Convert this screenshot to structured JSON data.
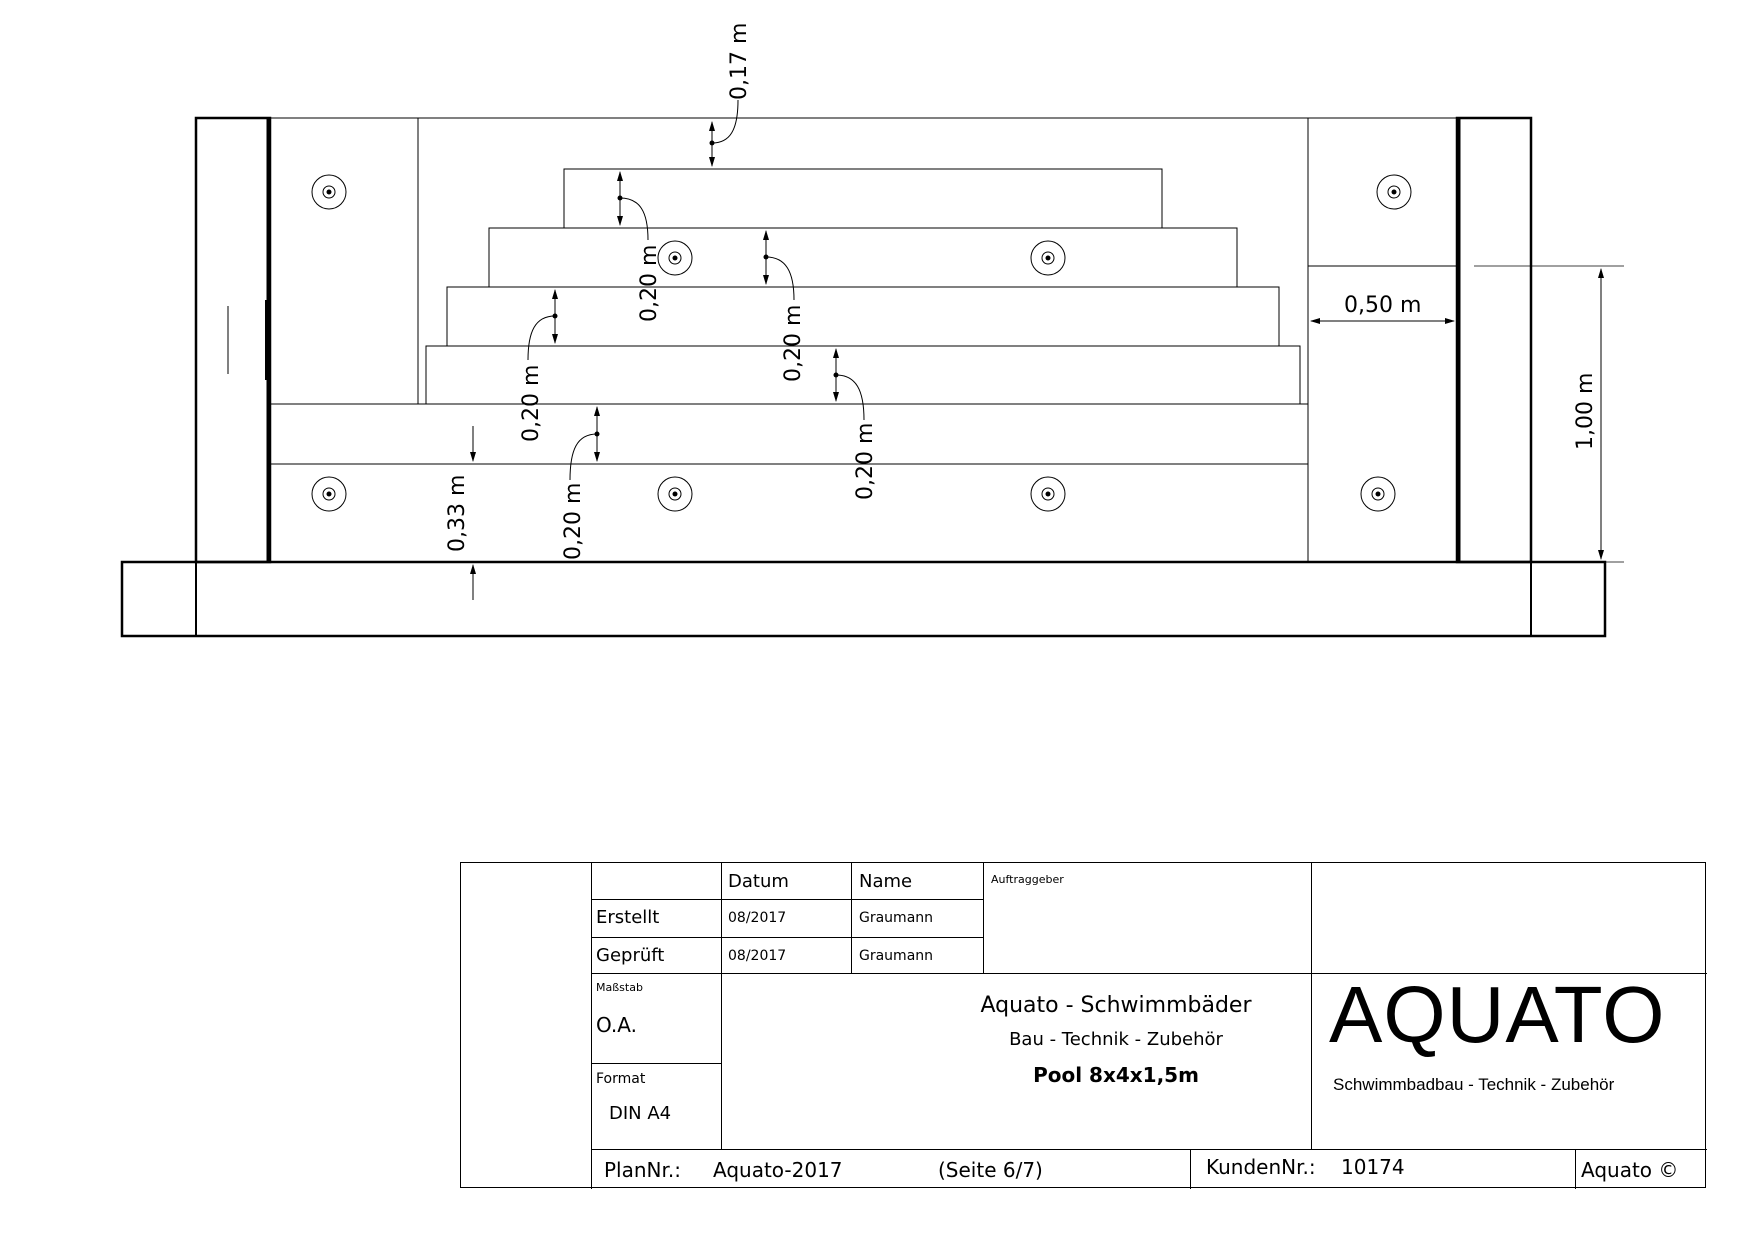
{
  "dimensions": {
    "d017": "0,17 m",
    "d020_a": "0,20 m",
    "d020_b": "0,20 m",
    "d020_c": "0,20 m",
    "d020_d": "0,20 m",
    "d020_e": "0,20 m",
    "d033": "0,33 m",
    "d050": "0,50 m",
    "d100": "1,00 m"
  },
  "title_block": {
    "header": {
      "datum": "Datum",
      "name": "Name",
      "auftraggeber": "Auftraggeber"
    },
    "erstellt": {
      "label": "Erstellt",
      "datum": "08/2017",
      "name": "Graumann"
    },
    "geprueft": {
      "label": "Geprüft",
      "datum": "08/2017",
      "name": "Graumann"
    },
    "massstab": {
      "label": "Maßstab",
      "value": "O.A."
    },
    "format": {
      "label": "Format",
      "value": "DIN A4"
    },
    "center": {
      "line1": "Aquato - Schwimmbäder",
      "line2": "Bau - Technik - Zubehör",
      "line3": "Pool 8x4x1,5m"
    },
    "logo": "AQUATO",
    "slogan": "Schwimmbadbau - Technik - Zubehör",
    "plan_label": "PlanNr.:",
    "plan_value": "Aquato-2017",
    "seite": "(Seite 6/7)",
    "kunden_label": "KundenNr.:",
    "kunden_value": "10174",
    "copyright": "Aquato ©"
  }
}
